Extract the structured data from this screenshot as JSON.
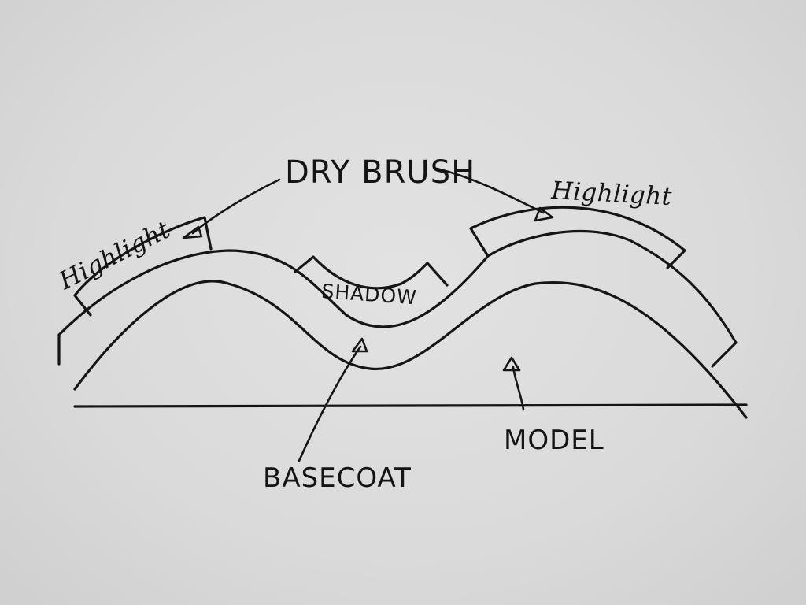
{
  "diagram": {
    "labels": {
      "dry_brush": "DRY BRUSH",
      "highlight_left": "Highlight",
      "highlight_right": "Highlight",
      "shadow": "SHADOW",
      "basecoat": "BASECOAT",
      "model": "MODEL"
    },
    "colors": {
      "paper": "#dcdcdc",
      "ink": "#151515"
    }
  }
}
